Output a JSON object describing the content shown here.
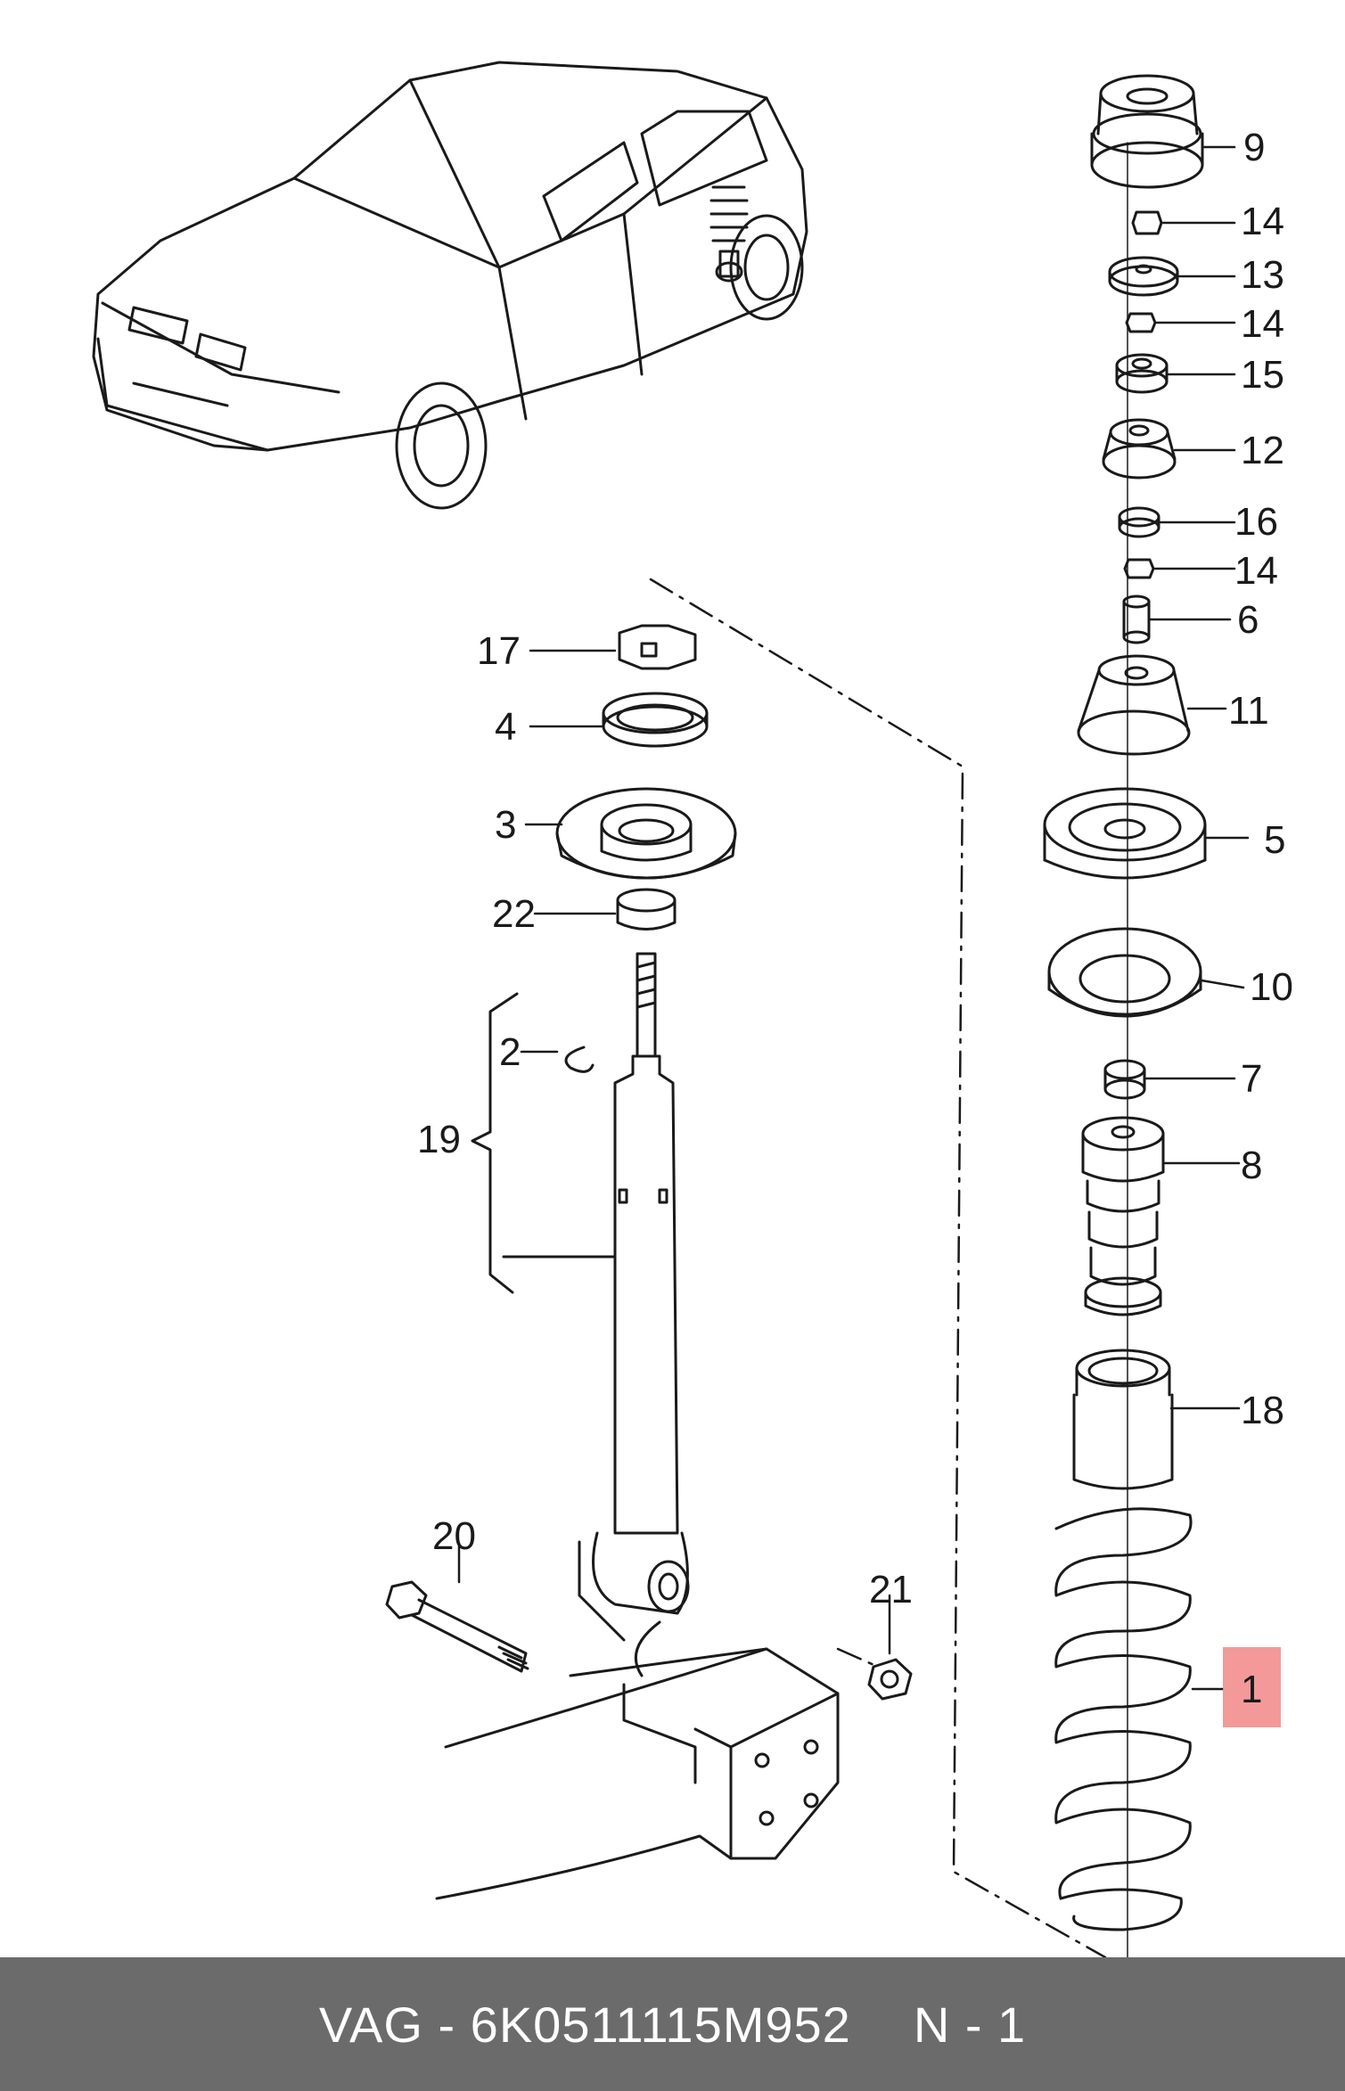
{
  "diagram": {
    "callouts": [
      {
        "id": "9",
        "label": "9"
      },
      {
        "id": "14a",
        "label": "14"
      },
      {
        "id": "13",
        "label": "13"
      },
      {
        "id": "14b",
        "label": "14"
      },
      {
        "id": "15",
        "label": "15"
      },
      {
        "id": "12",
        "label": "12"
      },
      {
        "id": "16",
        "label": "16"
      },
      {
        "id": "14c",
        "label": "14"
      },
      {
        "id": "6",
        "label": "6"
      },
      {
        "id": "11",
        "label": "11"
      },
      {
        "id": "5",
        "label": "5"
      },
      {
        "id": "10",
        "label": "10"
      },
      {
        "id": "7",
        "label": "7"
      },
      {
        "id": "8",
        "label": "8"
      },
      {
        "id": "18",
        "label": "18"
      },
      {
        "id": "1",
        "label": "1",
        "highlighted": true
      },
      {
        "id": "17",
        "label": "17"
      },
      {
        "id": "4",
        "label": "4"
      },
      {
        "id": "3",
        "label": "3"
      },
      {
        "id": "22",
        "label": "22"
      },
      {
        "id": "2",
        "label": "2"
      },
      {
        "id": "19",
        "label": "19"
      },
      {
        "id": "20",
        "label": "20"
      },
      {
        "id": "21",
        "label": "21"
      }
    ],
    "highlight_color": "#f28e8e"
  },
  "footer": {
    "part_label": "VAG - 6K0511115M952",
    "position_label": "N - 1",
    "background": "#6b6b6b"
  }
}
